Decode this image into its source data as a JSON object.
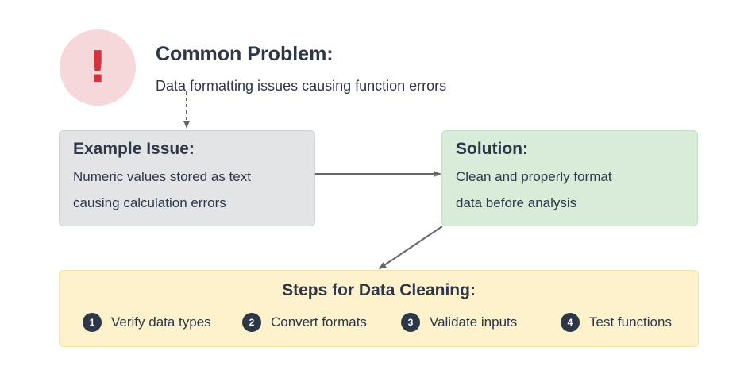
{
  "problem": {
    "icon": "exclamation-icon",
    "icon_glyph": "!",
    "title": "Common Problem:",
    "description": "Data formatting issues causing function errors"
  },
  "example_issue": {
    "title": "Example Issue:",
    "lines": [
      "Numeric values stored as text",
      "causing calculation errors"
    ]
  },
  "solution": {
    "title": "Solution:",
    "lines": [
      "Clean and properly format",
      "data before analysis"
    ]
  },
  "steps": {
    "title": "Steps for Data Cleaning:",
    "items": [
      {
        "number": "1",
        "label": "Verify data types"
      },
      {
        "number": "2",
        "label": "Convert formats"
      },
      {
        "number": "3",
        "label": "Validate inputs"
      },
      {
        "number": "4",
        "label": "Test functions"
      }
    ]
  },
  "colors": {
    "alert_bg": "#f6d8da",
    "alert_fg": "#d1333f",
    "issue_bg": "#e2e4e6",
    "solution_bg": "#d9ecd9",
    "steps_bg": "#fdf2cc",
    "text": "#2d3748",
    "connector": "#666666"
  }
}
